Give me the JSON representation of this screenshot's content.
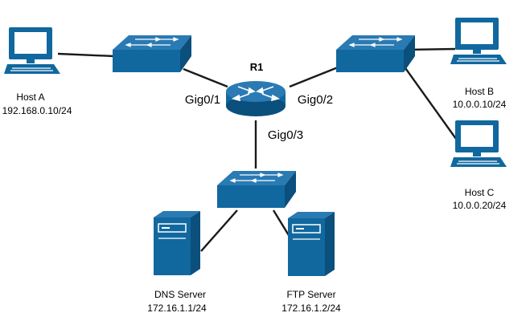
{
  "router": {
    "name": "R1",
    "ports": [
      "Gig0/1",
      "Gig0/2",
      "Gig0/3"
    ]
  },
  "hosts": [
    {
      "name": "Host A",
      "ip": "192.168.0.10/24"
    },
    {
      "name": "Host B",
      "ip": "10.0.0.10/24"
    },
    {
      "name": "Host C",
      "ip": "10.0.0.20/24"
    }
  ],
  "servers": [
    {
      "name": "DNS Server",
      "ip": "172.16.1.1/24"
    },
    {
      "name": "FTP Server",
      "ip": "172.16.1.2/24"
    }
  ],
  "colors": {
    "device": "#11689f",
    "device_dark": "#0b4f7c",
    "line": "#1a1a1a"
  },
  "icons": {
    "host": "desktop-computer-icon",
    "switch": "switch-icon",
    "router": "router-icon",
    "server": "server-tower-icon"
  }
}
